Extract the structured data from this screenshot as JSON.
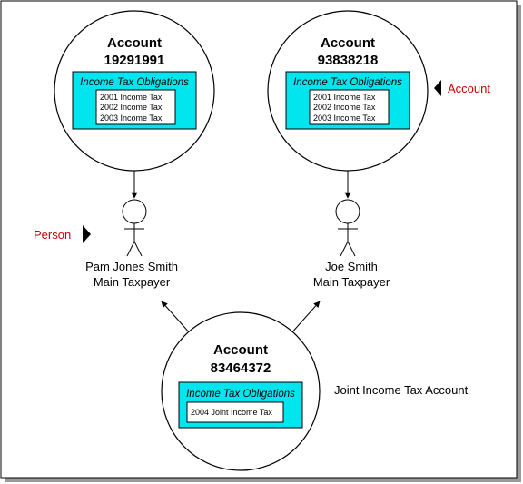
{
  "accounts": [
    {
      "heading": "Account",
      "number": "19291991",
      "obligations_title": "Income Tax Obligations",
      "items": [
        "2001 Income Tax",
        "2002 Income Tax",
        "2003 Income Tax"
      ]
    },
    {
      "heading": "Account",
      "number": "93838218",
      "obligations_title": "Income Tax Obligations",
      "items": [
        "2001 Income Tax",
        "2002 Income Tax",
        "2003 Income Tax"
      ]
    },
    {
      "heading": "Account",
      "number": "83464372",
      "obligations_title": "Income Tax Obligations",
      "items": [
        "2004 Joint Income Tax"
      ]
    }
  ],
  "persons": [
    {
      "name": "Pam Jones Smith",
      "role": "Main Taxpayer"
    },
    {
      "name": "Joe Smith",
      "role": "Main Taxpayer"
    }
  ],
  "callouts": {
    "account": "Account",
    "person": "Person",
    "joint": "Joint Income Tax Account"
  },
  "colors": {
    "obligation_box": "#00e5ee",
    "callout_text": "#cc0000",
    "frame_shadow": "#9a9a9a"
  }
}
